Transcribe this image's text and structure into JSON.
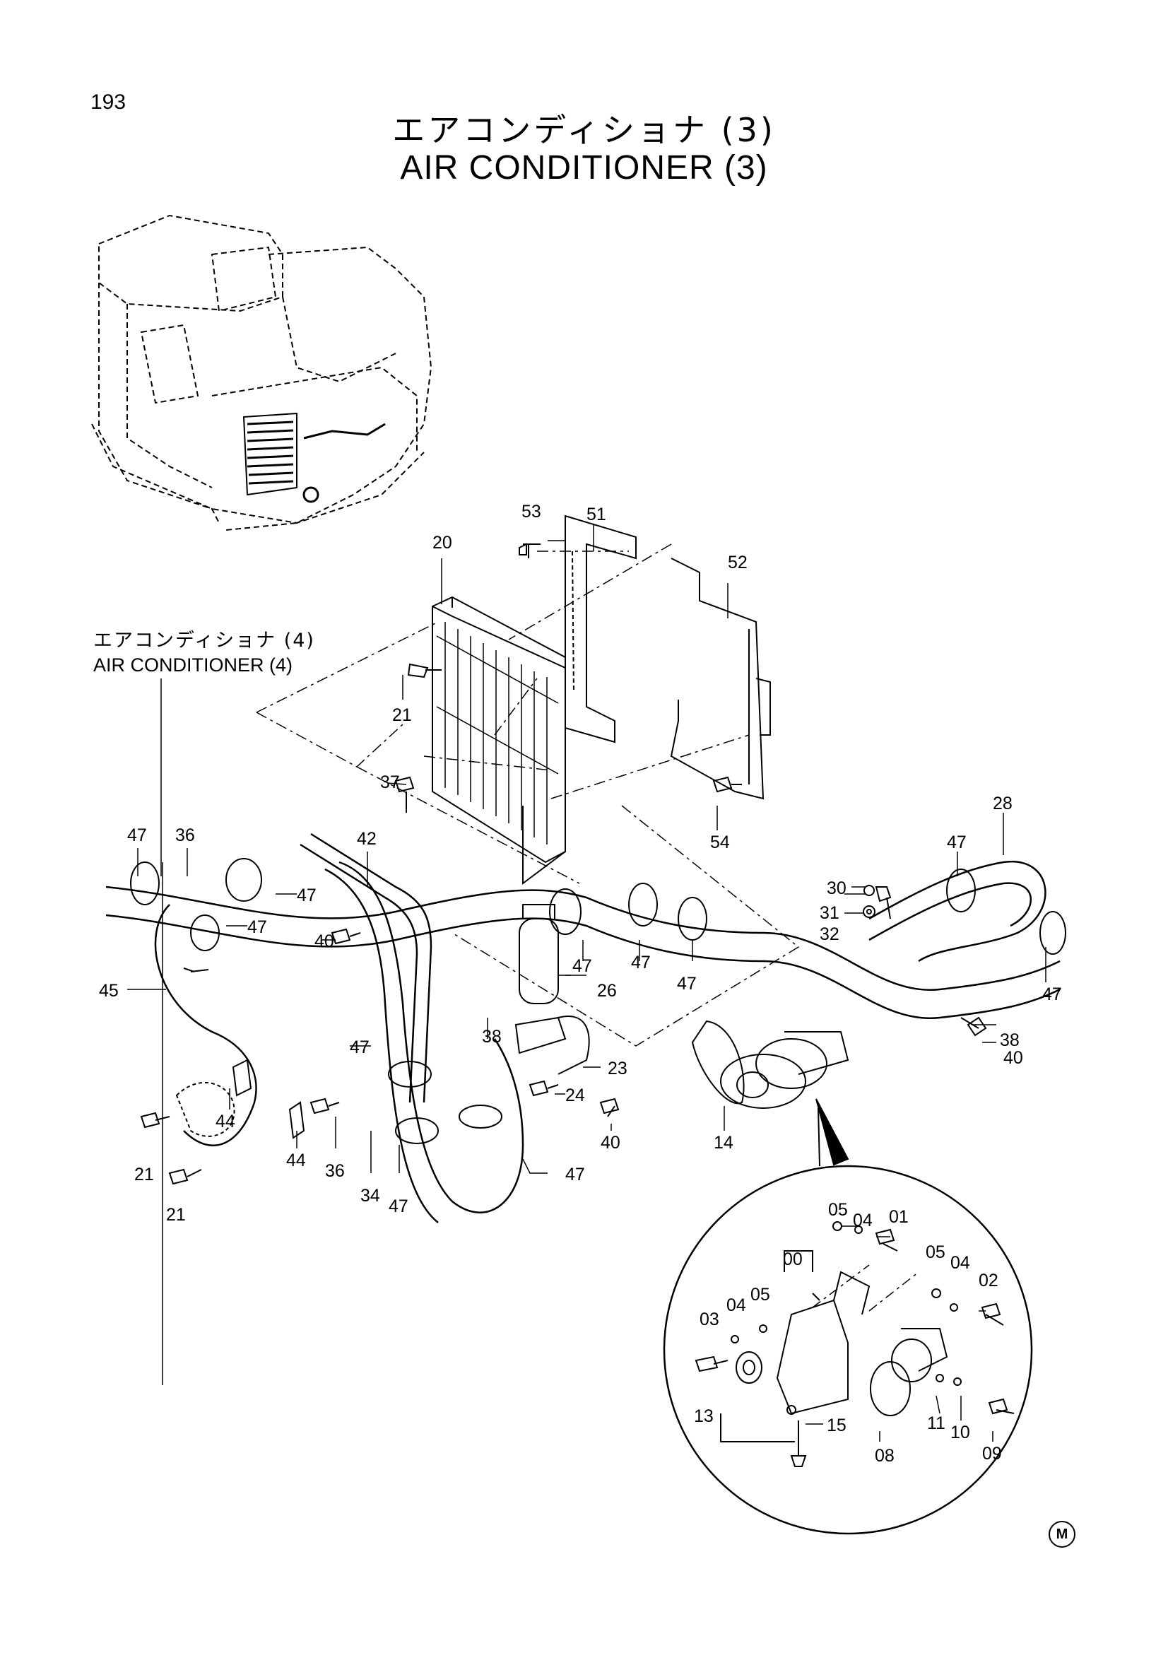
{
  "page_number": "193",
  "title_jp": "エアコンディショナ (3)",
  "title_en": "AIR CONDITIONER (3)",
  "reference": {
    "jp": "エアコンディショナ (4)",
    "en": "AIR CONDITIONER (4)"
  },
  "manufacturer_mark": "M",
  "callouts": {
    "p51": "51",
    "p53": "53",
    "p20": "20",
    "p52": "52",
    "p21a": "21",
    "p37": "37",
    "p42": "42",
    "p47a": "47",
    "p36a": "36",
    "p47b": "47",
    "p47c": "47",
    "p40a": "40",
    "p45": "45",
    "p47d": "47",
    "p26": "26",
    "p47e": "47",
    "p47f": "47",
    "p54": "54",
    "p28": "28",
    "p47g": "47",
    "p30": "30",
    "p31": "31",
    "p32": "32",
    "p47h": "47",
    "p38a": "38",
    "p40b": "40",
    "p38b": "38",
    "p23": "23",
    "p24": "24",
    "p40c": "40",
    "p14": "14",
    "p47i": "47",
    "p44a": "44",
    "p21b": "21",
    "p44b": "44",
    "p36b": "36",
    "p34": "34",
    "p47j": "47",
    "p47k": "47",
    "p21c": "21",
    "d05a": "05",
    "d04a": "04",
    "d01": "01",
    "d00": "00",
    "d05b": "05",
    "d04b": "04",
    "d02": "02",
    "d03": "03",
    "d04c": "04",
    "d05c": "05",
    "d13": "13",
    "d15": "15",
    "d08": "08",
    "d11": "11",
    "d10": "10",
    "d09": "09"
  }
}
